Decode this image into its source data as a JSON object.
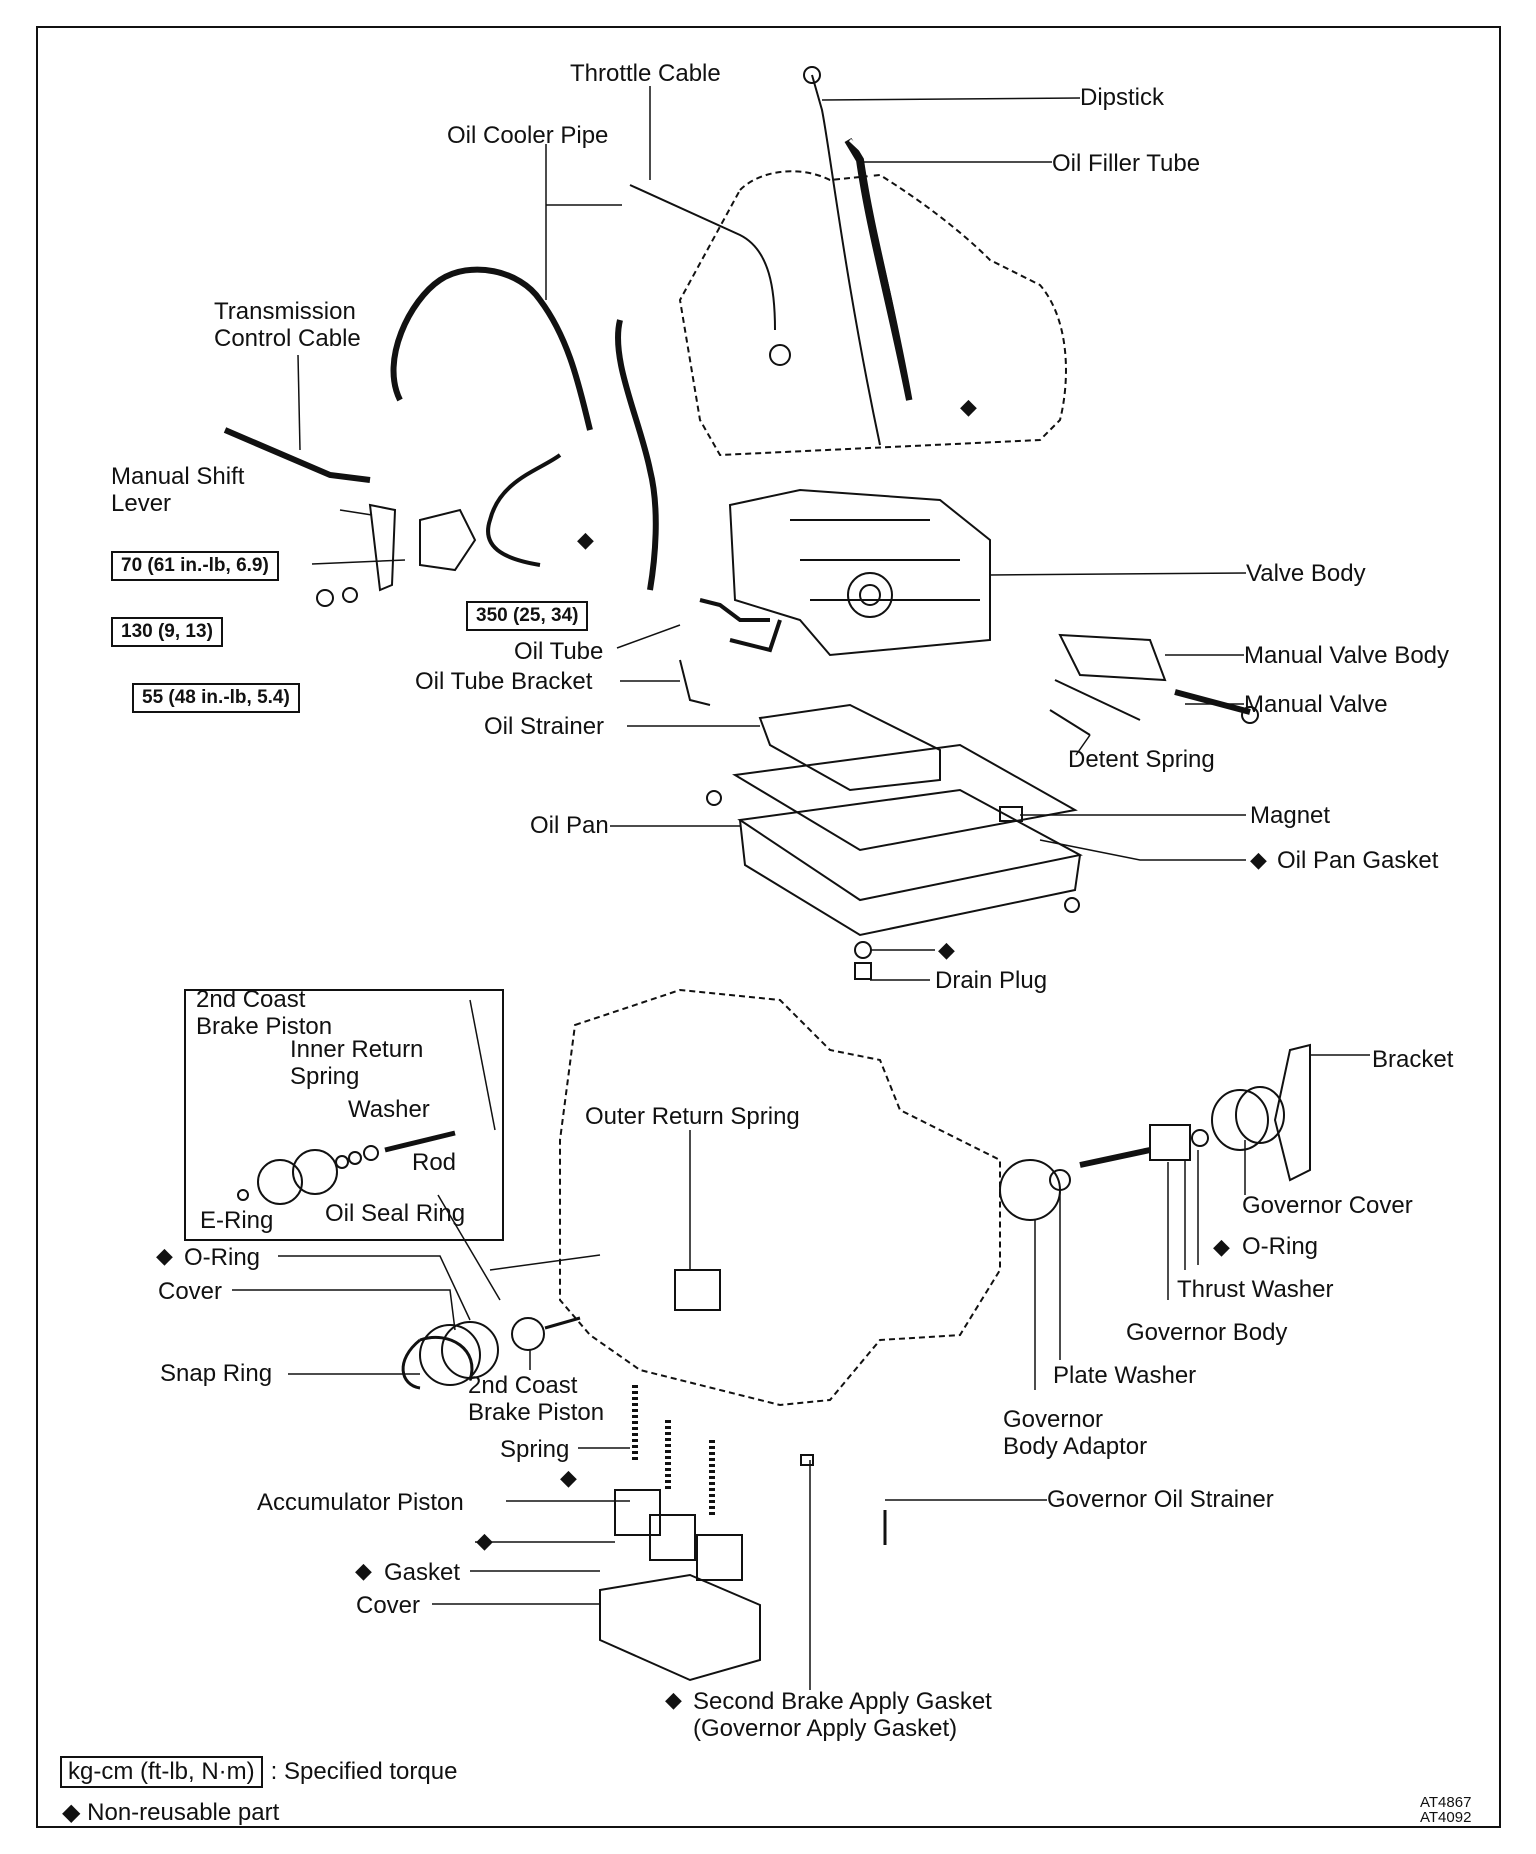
{
  "labels": {
    "throttle_cable": "Throttle Cable",
    "dipstick": "Dipstick",
    "oil_cooler_pipe": "Oil Cooler Pipe",
    "oil_filler_tube": "Oil Filler Tube",
    "transmission_control_cable": [
      "Transmission",
      "Control Cable"
    ],
    "manual_shift_lever": [
      "Manual Shift",
      "Lever"
    ],
    "valve_body": "Valve Body",
    "oil_tube": "Oil Tube",
    "manual_valve_body": "Manual Valve Body",
    "oil_tube_bracket": "Oil Tube Bracket",
    "manual_valve": "Manual Valve",
    "oil_strainer": "Oil Strainer",
    "detent_spring": "Detent Spring",
    "oil_pan": "Oil Pan",
    "magnet": "Magnet",
    "oil_pan_gasket": "Oil Pan Gasket",
    "drain_plug": "Drain Plug",
    "second_coast_brake_piston_inset": [
      "2nd Coast",
      "Brake Piston"
    ],
    "inner_return_spring": [
      "Inner Return",
      "Spring"
    ],
    "washer": "Washer",
    "rod": "Rod",
    "e_ring": "E-Ring",
    "oil_seal_ring": "Oil Seal Ring",
    "outer_return_spring": "Outer Return Spring",
    "bracket": "Bracket",
    "governor_cover": "Governor Cover",
    "o_ring_right": "O-Ring",
    "thrust_washer": "Thrust Washer",
    "governor_body": "Governor Body",
    "plate_washer": "Plate Washer",
    "governor_body_adaptor": [
      "Governor",
      "Body Adaptor"
    ],
    "governor_oil_strainer": "Governor Oil Strainer",
    "o_ring_left": "O-Ring",
    "cover_left": "Cover",
    "snap_ring": "Snap Ring",
    "second_coast_brake_piston": [
      "2nd Coast",
      "Brake Piston"
    ],
    "spring": "Spring",
    "accumulator_piston": "Accumulator Piston",
    "gasket": "Gasket",
    "cover_bottom": "Cover",
    "second_brake_apply_gasket": [
      "Second Brake Apply Gasket",
      "(Governor Apply Gasket)"
    ]
  },
  "torque_specs": {
    "t70": "70 (61 in.-lb, 6.9)",
    "t130": "130 (9, 13)",
    "t55": "55 (48 in.-lb, 5.4)",
    "t350": "350 (25, 34)"
  },
  "legend": {
    "torque_unit": "kg-cm (ft-lb, N·m)",
    "torque_text": ": Specified torque",
    "nonreusable_symbol": "◆",
    "nonreusable_text": "Non-reusable part"
  },
  "figure_codes": [
    "AT4867",
    "AT4092"
  ]
}
